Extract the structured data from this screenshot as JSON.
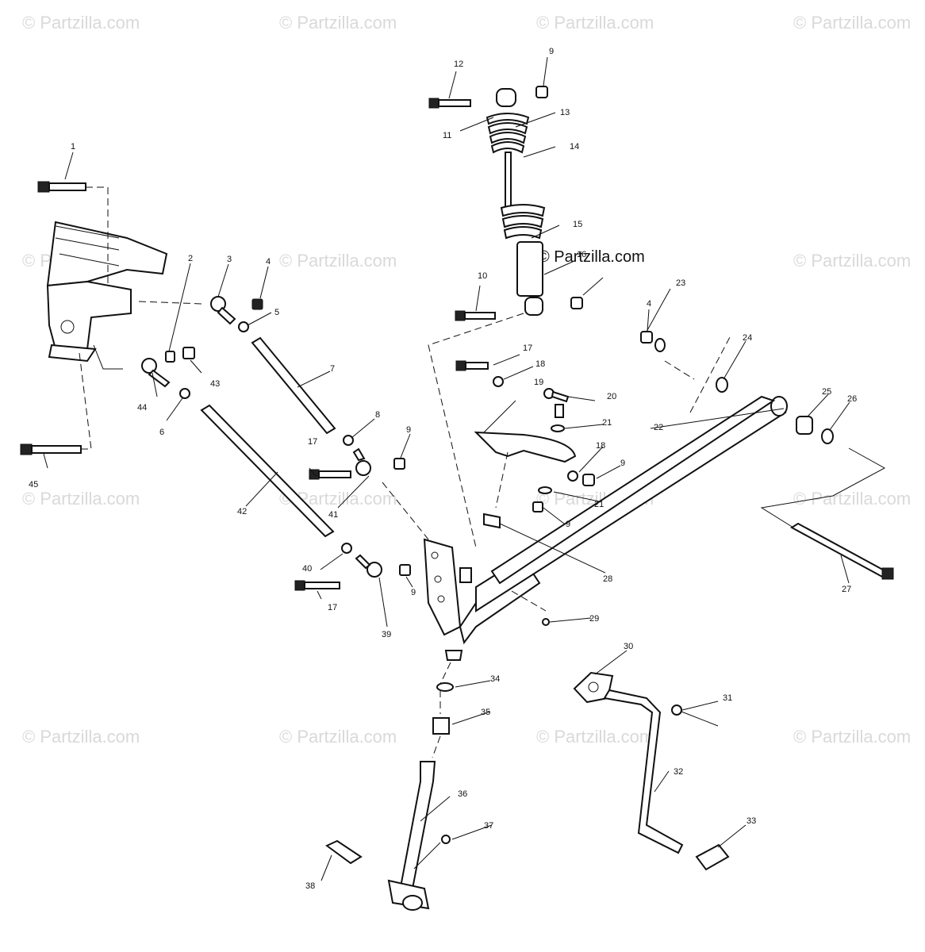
{
  "watermark": "© Partzilla.com",
  "stamp": "© Partzilla.com",
  "labels": {
    "l1": "1",
    "l2": "2",
    "l3": "3",
    "l4a": "4",
    "l4b": "4",
    "l5": "5",
    "l6": "6",
    "l7": "7",
    "l8": "8",
    "l9a": "9",
    "l9b": "9",
    "l9c": "9",
    "l9d": "9",
    "l9e": "9",
    "l10": "10",
    "l11": "11",
    "l12": "12",
    "l13": "13",
    "l14": "14",
    "l15": "15",
    "l16": "16",
    "l17a": "17",
    "l17b": "17",
    "l17c": "17",
    "l18a": "18",
    "l18b": "18",
    "l19": "19",
    "l20": "20",
    "l21a": "21",
    "l21b": "21",
    "l22": "22",
    "l23": "23",
    "l24": "24",
    "l25": "25",
    "l26": "26",
    "l27": "27",
    "l28": "28",
    "l29": "29",
    "l30": "30",
    "l31": "31",
    "l32": "32",
    "l33": "33",
    "l34": "34",
    "l35": "35",
    "l36": "36",
    "l37": "37",
    "l38": "38",
    "l39": "39",
    "l40": "40",
    "l41": "41",
    "l42": "42",
    "l43": "43",
    "l44": "44",
    "l45": "45"
  }
}
